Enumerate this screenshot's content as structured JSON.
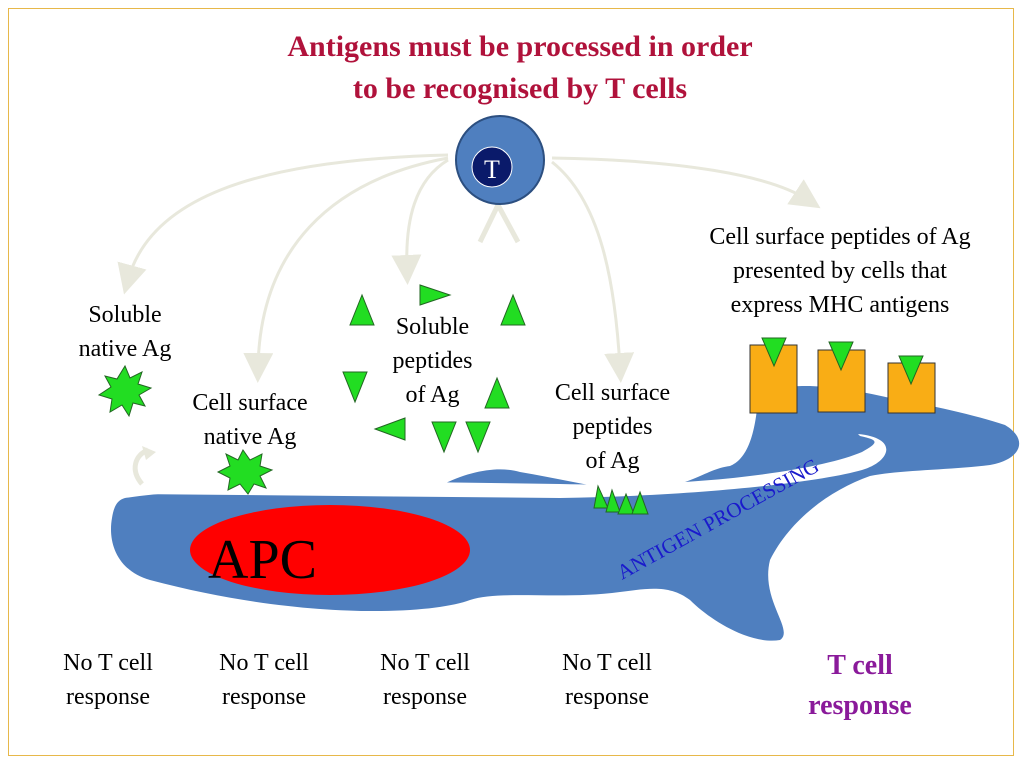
{
  "title": {
    "line1": "Antigens must be processed in order",
    "line2": "to be recognised by T cells"
  },
  "tcell": {
    "label": "T"
  },
  "labels": {
    "soluble_native": [
      "Soluble",
      "native Ag"
    ],
    "cell_surface_native": [
      "Cell surface",
      "native Ag"
    ],
    "soluble_peptides": [
      "Soluble",
      "peptides",
      "of Ag"
    ],
    "cell_surface_peptides": [
      "Cell surface",
      "peptides",
      "of Ag"
    ],
    "mhc_presented": [
      "Cell surface peptides of Ag",
      "presented by cells that",
      "express MHC antigens"
    ],
    "apc": "APC",
    "antigen_processing": "ANTIGEN PROCESSING"
  },
  "responses": [
    {
      "line1": "No T cell",
      "line2": "response"
    },
    {
      "line1": "No T cell",
      "line2": "response"
    },
    {
      "line1": "No T cell",
      "line2": "response"
    },
    {
      "line1": "No T cell",
      "line2": "response"
    },
    {
      "line1": "T cell",
      "line2": "response"
    }
  ],
  "colors": {
    "cell": "#4f7fbf",
    "nucleus": "#ff0000",
    "antigen": "#22dd22",
    "mhc": "#f9ad15",
    "arrow": "#e8e8dc",
    "title": "#b0123b",
    "processing_text": "#1a1acc",
    "positive_response": "#8a1a9a"
  }
}
